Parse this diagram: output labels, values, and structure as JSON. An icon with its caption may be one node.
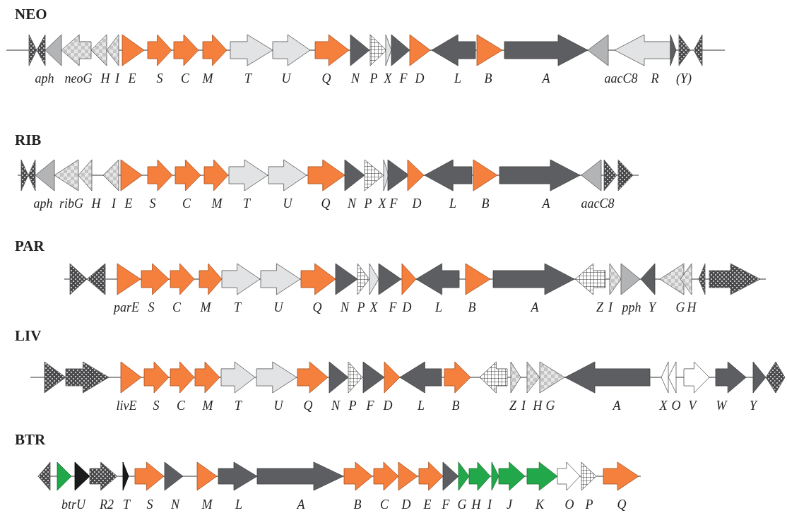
{
  "diagram": {
    "labels": [
      "NEO",
      "aph",
      "neoG",
      "H",
      "I",
      "E",
      "S",
      "C",
      "M",
      "T",
      "U",
      "Q",
      "N",
      "P",
      "X",
      "F",
      "D",
      "L",
      "B",
      "A",
      "aacC8",
      "R",
      "(Y)",
      "RIB",
      "aph",
      "ribG",
      "H",
      "I",
      "E",
      "S",
      "C",
      "M",
      "T",
      "U",
      "Q",
      "N",
      "P",
      "X",
      "F",
      "D",
      "L",
      "B",
      "A",
      "aacC8",
      "PAR",
      "parE",
      "S",
      "C",
      "M",
      "T",
      "U",
      "Q",
      "N",
      "P",
      "X",
      "F",
      "D",
      "L",
      "B",
      "A",
      "Z",
      "I",
      "pph",
      "Y",
      "G",
      "H",
      "LIV",
      "livE",
      "S",
      "C",
      "M",
      "T",
      "U",
      "Q",
      "N",
      "P",
      "F",
      "D",
      "L",
      "B",
      "Z",
      "I",
      "H",
      "G",
      "A",
      "X",
      "O",
      "V",
      "W",
      "Y",
      "BTR",
      "btrU",
      "R2",
      "T",
      "S",
      "N",
      "M",
      "L",
      "A",
      "B",
      "C",
      "D",
      "E",
      "F",
      "G",
      "H",
      "I",
      "J",
      "K",
      "O",
      "P",
      "Q"
    ]
  }
}
